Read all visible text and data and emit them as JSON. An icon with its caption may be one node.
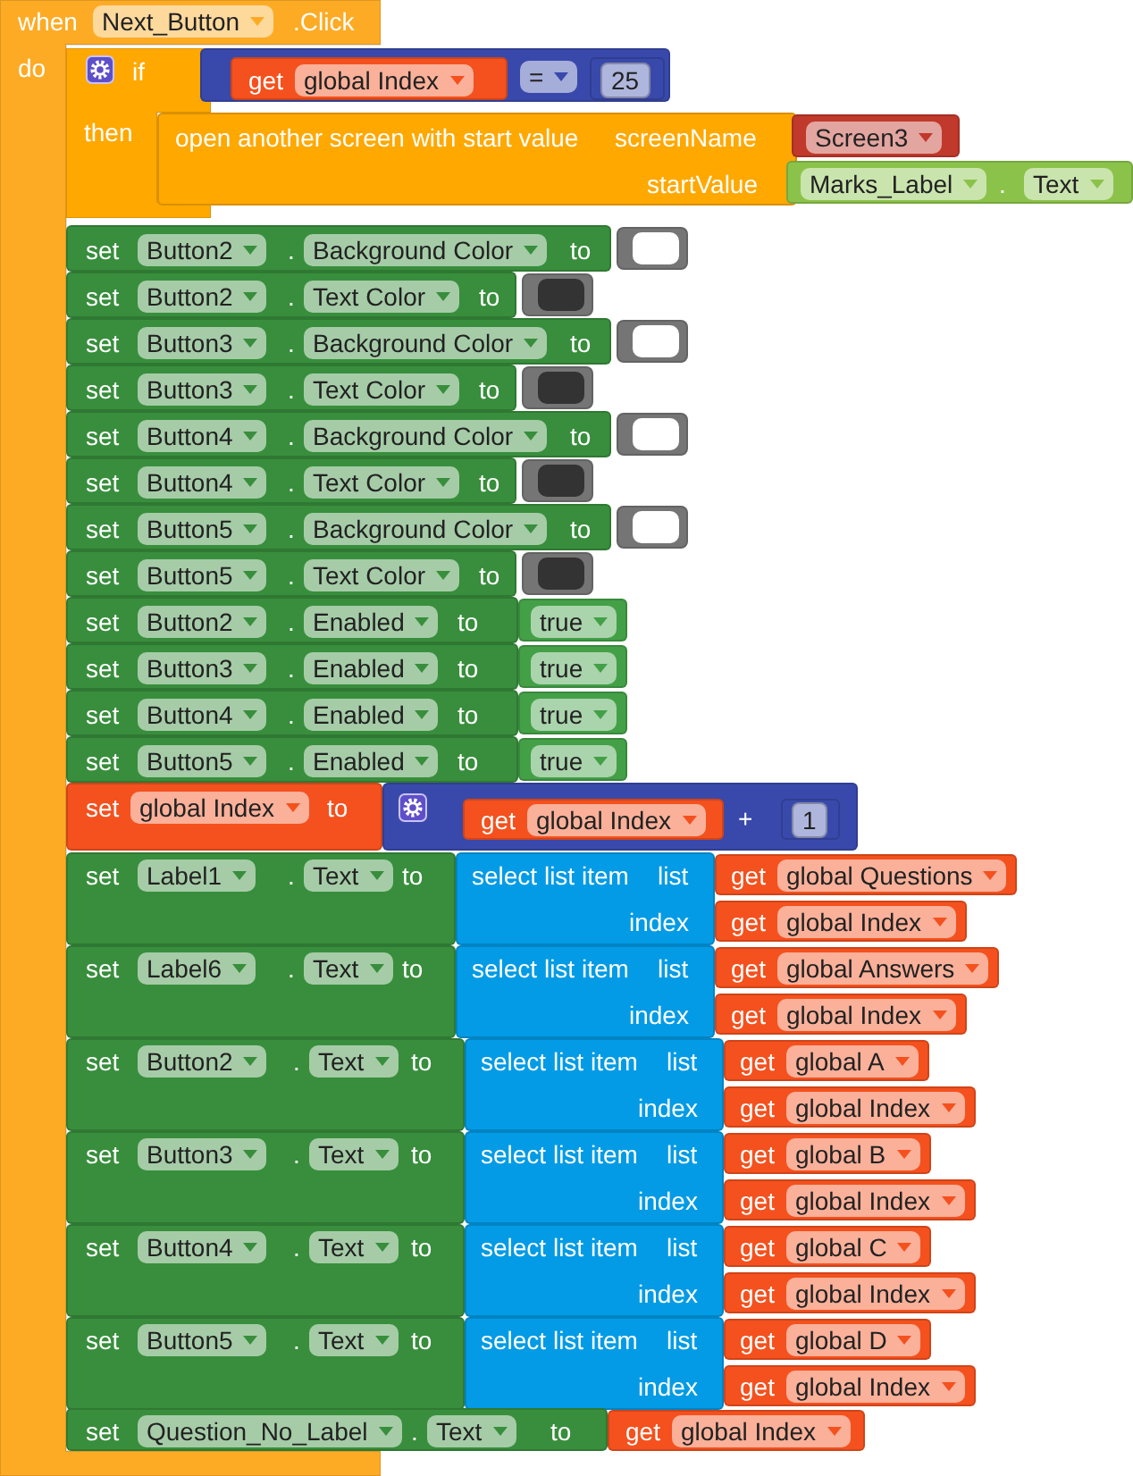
{
  "diagram": {
    "nodes": [
      {
        "text": [
          "when",
          "Next_Button",
          ".Click",
          "do"
        ]
      },
      {
        "text": [
          "if",
          "then"
        ]
      },
      {
        "text": [
          "="
        ]
      },
      {
        "text": [
          "get",
          "global Index"
        ],
        "in": 2
      },
      {
        "text": [
          "25"
        ],
        "in": 2
      },
      {
        "text": [
          "open another screen with start value",
          "screenName",
          "startValue"
        ]
      },
      {
        "text": [
          "Screen3"
        ]
      },
      {
        "text": [
          "Marks_Label",
          ".",
          "Text"
        ]
      },
      {
        "text": [
          "set",
          "Button2",
          ".",
          "Background Color",
          "to"
        ]
      },
      {
        "text": [],
        "shape": "box"
      },
      {
        "text": [
          "set",
          "Button2",
          ".",
          "Text Color",
          "to"
        ]
      },
      {
        "text": [],
        "shape": "box"
      },
      {
        "text": [
          "set",
          "Button3",
          ".",
          "Background Color",
          "to"
        ]
      },
      {
        "text": [],
        "shape": "box"
      },
      {
        "text": [
          "set",
          "Button3",
          ".",
          "Text Color",
          "to"
        ]
      },
      {
        "text": [],
        "shape": "box"
      },
      {
        "text": [
          "set",
          "Button4",
          ".",
          "Background Color",
          "to"
        ]
      },
      {
        "text": [],
        "shape": "box"
      },
      {
        "text": [
          "set",
          "Button4",
          ".",
          "Text Color",
          "to"
        ]
      },
      {
        "text": [],
        "shape": "box"
      },
      {
        "text": [
          "set",
          "Button5",
          ".",
          "Background Color",
          "to"
        ]
      },
      {
        "text": [],
        "shape": "box"
      },
      {
        "text": [
          "set",
          "Button5",
          ".",
          "Text Color",
          "to"
        ]
      },
      {
        "text": [],
        "shape": "box"
      },
      {
        "text": [
          "set",
          "Button2",
          ".",
          "Enabled",
          "to"
        ]
      },
      {
        "text": [
          "true"
        ]
      },
      {
        "text": [
          "set",
          "Button3",
          ".",
          "Enabled",
          "to"
        ]
      },
      {
        "text": [
          "true"
        ]
      },
      {
        "text": [
          "set",
          "Button4",
          ".",
          "Enabled",
          "to"
        ]
      },
      {
        "text": [
          "true"
        ]
      },
      {
        "text": [
          "set",
          "Button5",
          ".",
          "Enabled",
          "to"
        ]
      },
      {
        "text": [
          "true"
        ]
      },
      {
        "text": [
          "set",
          "global Index",
          "to"
        ]
      },
      {
        "text": [
          "+"
        ]
      },
      {
        "text": [
          "get",
          "global Index"
        ],
        "in": 33
      },
      {
        "text": [
          "1"
        ],
        "in": 33
      },
      {
        "text": [
          "set",
          "Label1",
          ".",
          "Text",
          "to"
        ]
      },
      {
        "text": [
          "select list item",
          "list",
          "index"
        ]
      },
      {
        "text": [
          "get",
          "global Questions"
        ]
      },
      {
        "text": [
          "get",
          "global Index"
        ]
      },
      {
        "text": [
          "set",
          "Label6",
          ".",
          "Text",
          "to"
        ]
      },
      {
        "text": [
          "select list item",
          "list",
          "index"
        ]
      },
      {
        "text": [
          "get",
          "global Answers"
        ]
      },
      {
        "text": [
          "get",
          "global Index"
        ]
      },
      {
        "text": [
          "set",
          "Button2",
          ".",
          "Text",
          "to"
        ]
      },
      {
        "text": [
          "select list item",
          "list",
          "index"
        ]
      },
      {
        "text": [
          "get",
          "global A"
        ]
      },
      {
        "text": [
          "get",
          "global Index"
        ]
      },
      {
        "text": [
          "set",
          "Button3",
          ".",
          "Text",
          "to"
        ]
      },
      {
        "text": [
          "select list item",
          "list",
          "index"
        ]
      },
      {
        "text": [
          "get",
          "global B"
        ]
      },
      {
        "text": [
          "get",
          "global Index"
        ]
      },
      {
        "text": [
          "set",
          "Button4",
          ".",
          "Text",
          "to"
        ]
      },
      {
        "text": [
          "select list item",
          "list",
          "index"
        ]
      },
      {
        "text": [
          "get",
          "global C"
        ]
      },
      {
        "text": [
          "get",
          "global Index"
        ]
      },
      {
        "text": [
          "set",
          "Button5",
          ".",
          "Text",
          "to"
        ]
      },
      {
        "text": [
          "select list item",
          "list",
          "index"
        ]
      },
      {
        "text": [
          "get",
          "global D"
        ]
      },
      {
        "text": [
          "get",
          "global Index"
        ]
      },
      {
        "text": [
          "set",
          "Question_No_Label",
          ".",
          "Text",
          "to"
        ]
      },
      {
        "text": [
          "get",
          "global Index"
        ]
      }
    ]
  }
}
